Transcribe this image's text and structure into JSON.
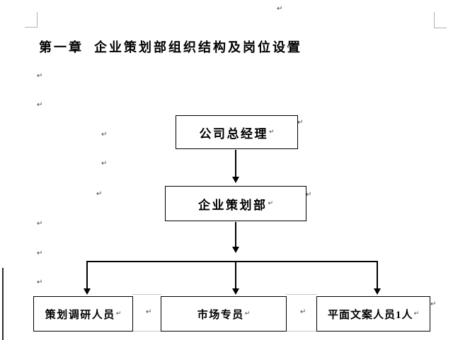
{
  "document": {
    "heading": "第一章  企业策划部组织结构及岗位设置"
  },
  "org_chart": {
    "ceo": "公司总经理",
    "dept": "企业策划部",
    "research": "策划调研人员",
    "market": "市场专员",
    "copywriter": "平面文案人员1人"
  },
  "marks": {
    "pilcrow": "↵"
  },
  "colors": {
    "line": "#000000",
    "box_border": "#000000",
    "gridline": "#c6c6c6",
    "margin_mark": "#b0b0b0",
    "pilcrow": "#444444",
    "page_background": "#ffffff"
  }
}
